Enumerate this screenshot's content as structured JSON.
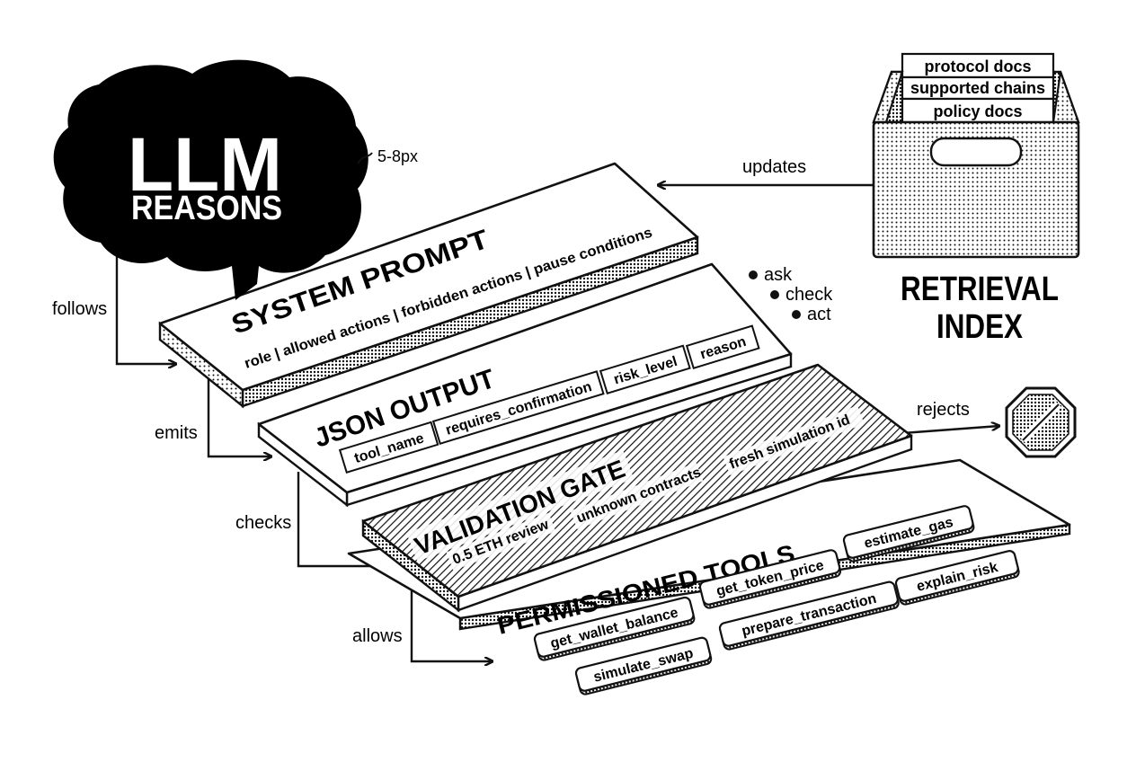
{
  "brain": {
    "line1": "LLM",
    "line2": "REASONS",
    "border_note": "5-8px"
  },
  "steps": {
    "ask": "ask",
    "check": "check",
    "act": "act"
  },
  "system_prompt": {
    "title": "SYSTEM PROMPT",
    "line1": "role | allowed actions | forbidden actions | pause conditions"
  },
  "json_output": {
    "title": "JSON OUTPUT",
    "fields": [
      "tool_name",
      "requires_confirmation",
      "risk_level",
      "reason"
    ]
  },
  "validation_gate": {
    "title": "VALIDATION GATE",
    "rules": [
      "0.5 ETH review",
      "unknown contracts",
      "fresh simulation id"
    ]
  },
  "permissioned_tools": {
    "title": "PERMISSIONED TOOLS",
    "tools": [
      "get_wallet_balance",
      "get_token_price",
      "estimate_gas",
      "prepare_transaction",
      "explain_risk",
      "simulate_swap"
    ]
  },
  "retrieval": {
    "docs": [
      "protocol docs",
      "supported chains",
      "policy docs"
    ],
    "label_line1": "RETRIEVAL",
    "label_line2": "INDEX"
  },
  "arrows": {
    "follows": "follows",
    "emits": "emits",
    "checks": "checks",
    "allows": "allows",
    "updates": "updates",
    "rejects": "rejects"
  },
  "colors": {
    "ink": "#111111",
    "paper": "#ffffff"
  }
}
